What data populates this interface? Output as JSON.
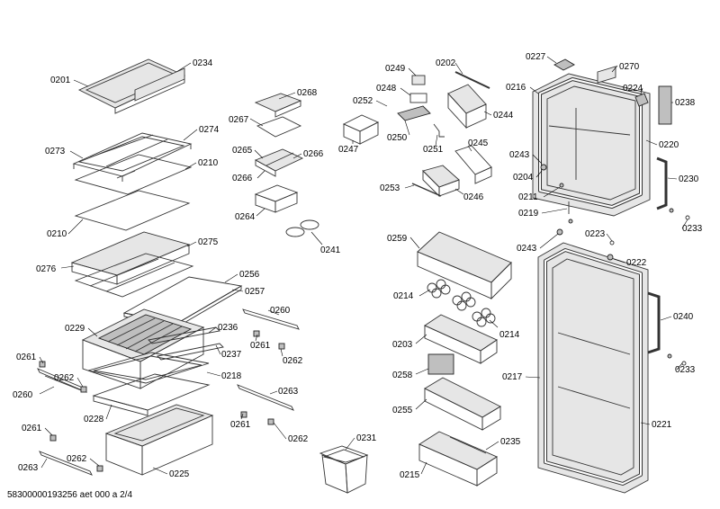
{
  "footer": {
    "text": "58300000193256 aet 000 a 2/4"
  },
  "labels": [
    "0201",
    "0234",
    "0268",
    "0267",
    "0274",
    "0273",
    "0265",
    "0266",
    "0266",
    "0210",
    "0264",
    "0210",
    "0241",
    "0275",
    "0276",
    "0256",
    "0257",
    "0260",
    "0229",
    "0236",
    "0261",
    "0262",
    "0237",
    "0261",
    "0262",
    "0218",
    "0263",
    "0260",
    "0228",
    "0261",
    "0262",
    "0261",
    "0262",
    "0263",
    "0225",
    "0231",
    "0249",
    "0202",
    "0248",
    "0252",
    "0244",
    "0247",
    "0250",
    "0251",
    "0245",
    "0253",
    "0246",
    "0259",
    "0214",
    "0214",
    "0203",
    "0258",
    "0255",
    "0235",
    "0215",
    "0227",
    "0270",
    "0216",
    "0224",
    "0238",
    "0243",
    "0220",
    "0204",
    "0230",
    "0211",
    "0219",
    "0233",
    "0243",
    "0223",
    "0222",
    "0240",
    "0233",
    "0217",
    "0221"
  ]
}
